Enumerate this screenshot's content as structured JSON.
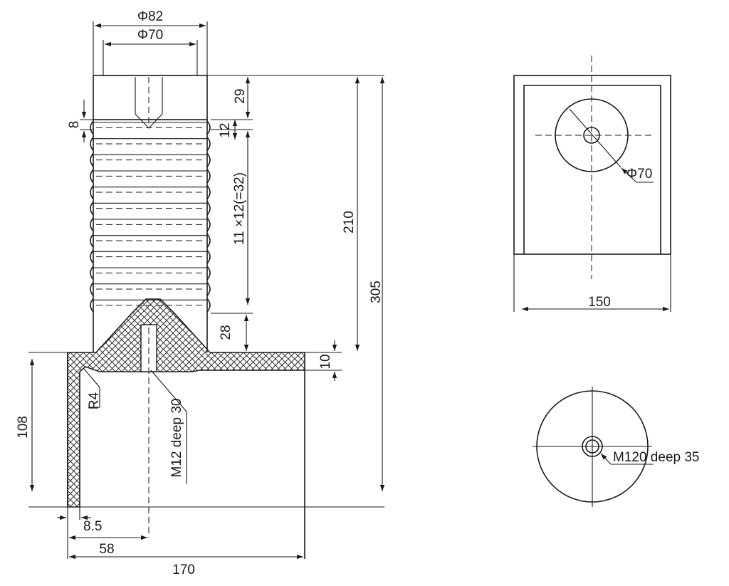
{
  "dimensions": {
    "phi82": "Φ82",
    "phi70_top": "Φ70",
    "d29": "29",
    "d8": "8",
    "d12": "12",
    "d11x12": "11 ×12(=32)",
    "d28": "28",
    "d210": "210",
    "d305": "305",
    "d10": "10",
    "d108": "108",
    "r4": "R4",
    "m12": "M12 deep 30",
    "d8_5": "8.5",
    "d58": "58",
    "d170": "170",
    "phi70_side": "Φ70",
    "d150": "150",
    "m120": "M120 deep 35"
  },
  "colors": {
    "ink": "#1a1a1a",
    "paper": "#ffffff"
  }
}
